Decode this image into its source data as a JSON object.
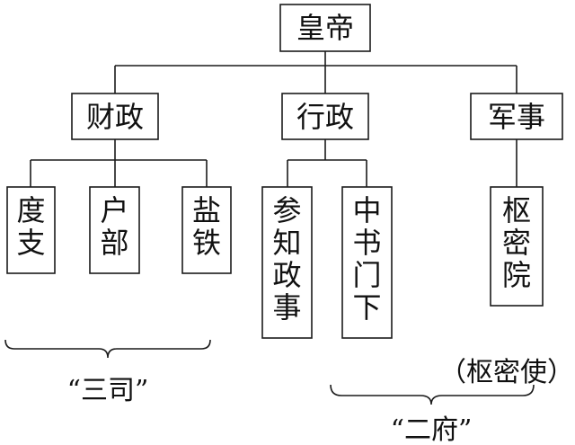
{
  "root": {
    "label": "皇帝"
  },
  "branches": [
    {
      "label": "财政",
      "children": [
        {
          "label": "度支"
        },
        {
          "label": "户部"
        },
        {
          "label": "盐铁"
        }
      ]
    },
    {
      "label": "行政",
      "children": [
        {
          "label": "参知政事"
        },
        {
          "label": "中书门下"
        }
      ]
    },
    {
      "label": "军事",
      "children": [
        {
          "label": "枢密院"
        }
      ]
    }
  ],
  "groups": {
    "san_si": "“三司”",
    "er_fu": "“二府”",
    "shumishi": "（枢密使）"
  }
}
